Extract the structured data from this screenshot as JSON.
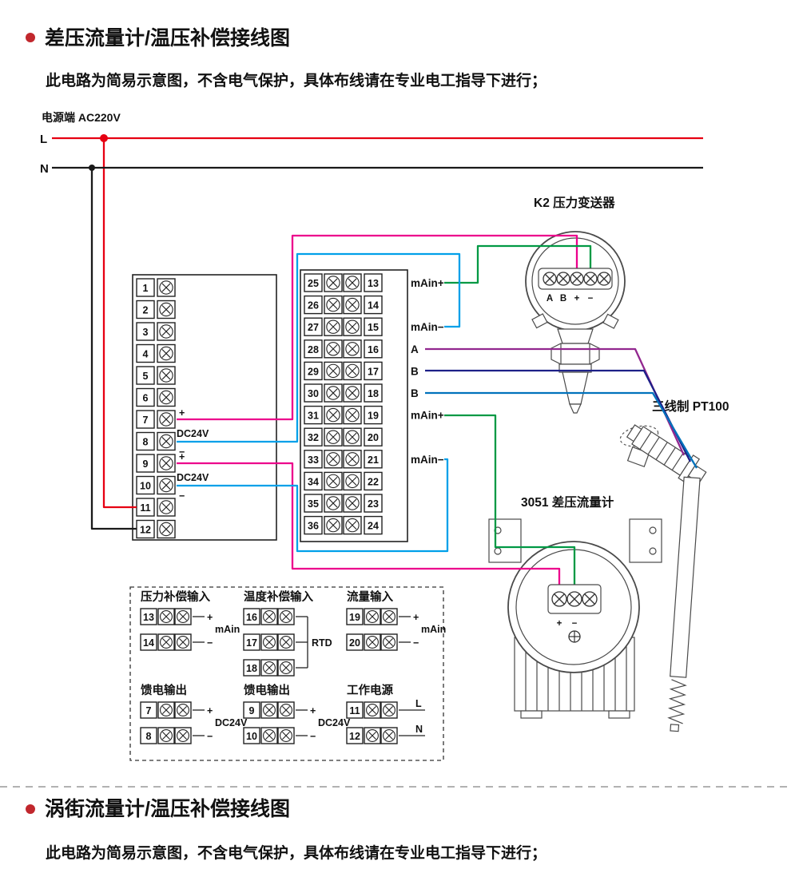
{
  "sections": [
    {
      "title": "差压流量计/温压补偿接线图",
      "subtitle": "此电路为简易示意图，不含电气保护，具体布线请在专业电工指导下进行；"
    },
    {
      "title": "涡街流量计/温压补偿接线图",
      "subtitle": "此电路为简易示意图，不含电气保护，具体布线请在专业电工指导下进行；"
    }
  ],
  "power": {
    "source_label": "电源端 AC220V",
    "l": "L",
    "n": "N"
  },
  "left_block": {
    "terminals": [
      "1",
      "2",
      "3",
      "4",
      "5",
      "6",
      "7",
      "8",
      "9",
      "10",
      "11",
      "12"
    ],
    "dc_pairs": [
      {
        "plus": "+",
        "label": "DC24V",
        "minus": "−"
      },
      {
        "plus": "+",
        "label": "DC24V",
        "minus": "−"
      }
    ]
  },
  "middle_block": {
    "left_terminals": [
      "25",
      "26",
      "27",
      "28",
      "29",
      "30",
      "31",
      "32",
      "33",
      "34",
      "35",
      "36"
    ],
    "right_terminals": [
      "13",
      "14",
      "15",
      "16",
      "17",
      "18",
      "19",
      "20",
      "21",
      "22",
      "23",
      "24"
    ],
    "row_labels": [
      "mAin+",
      "",
      "mAin−",
      "A",
      "B",
      "B",
      "mAin+",
      "",
      "mAin−",
      "",
      "",
      ""
    ]
  },
  "devices": {
    "k2": {
      "label": "K2 压力变送器",
      "terminals": [
        "A",
        "B",
        "+",
        "−"
      ]
    },
    "pt100": {
      "label": "三线制 PT100"
    },
    "dp3051": {
      "label": "3051 差压流量计",
      "terminals": [
        "+",
        "−"
      ]
    }
  },
  "detail_panel": {
    "groups": [
      {
        "title": "压力补偿输入",
        "rows": [
          {
            "num": "13",
            "sign": "+",
            "label": "mAin"
          },
          {
            "num": "14",
            "sign": "−"
          }
        ]
      },
      {
        "title": "温度补偿输入",
        "bracket": true,
        "rows": [
          {
            "num": "16"
          },
          {
            "num": "17",
            "label": "RTD"
          },
          {
            "num": "18"
          }
        ]
      },
      {
        "title": "流量输入",
        "rows": [
          {
            "num": "19",
            "sign": "+",
            "label": "mAin"
          },
          {
            "num": "20",
            "sign": "−"
          }
        ]
      },
      {
        "title": "馈电输出",
        "rows": [
          {
            "num": "7",
            "sign": "+",
            "label": "DC24V"
          },
          {
            "num": "8",
            "sign": "−"
          }
        ]
      },
      {
        "title": "馈电输出",
        "rows": [
          {
            "num": "9",
            "sign": "+",
            "label": "DC24V"
          },
          {
            "num": "10",
            "sign": "−"
          }
        ]
      },
      {
        "title": "工作电源",
        "rows": [
          {
            "num": "11",
            "label": "L",
            "stub": "long"
          },
          {
            "num": "12",
            "label": "N",
            "stub": "long"
          }
        ]
      }
    ]
  },
  "colors": {
    "red": "#e60012",
    "black": "#1a1a1a",
    "pink": "#ec008c",
    "cyan": "#00a0e9",
    "green": "#009944",
    "purple": "#92278f",
    "navy": "#1d2088",
    "blue": "#0072bc",
    "bullet": "#c1272d"
  }
}
